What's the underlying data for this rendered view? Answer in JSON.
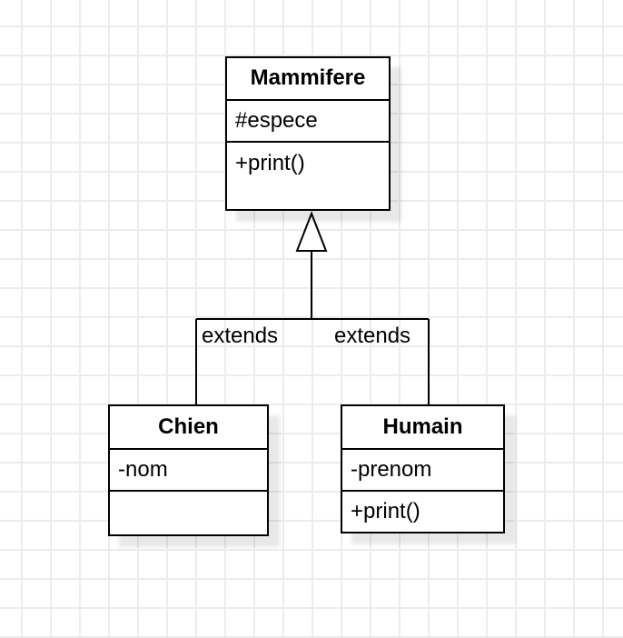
{
  "diagram": {
    "classes": {
      "mammifere": {
        "title": "Mammifere",
        "attribute": "#espece",
        "method": "+print()"
      },
      "chien": {
        "title": "Chien",
        "attribute": "-nom",
        "method": ""
      },
      "humain": {
        "title": "Humain",
        "attribute": "-prenom",
        "method": "+print()"
      }
    },
    "edge_labels": {
      "left": "extends",
      "right": "extends"
    },
    "colors": {
      "stroke": "#000000",
      "node_fill": "#ffffff",
      "grid_line": "#ececec",
      "text": "#000000"
    }
  }
}
